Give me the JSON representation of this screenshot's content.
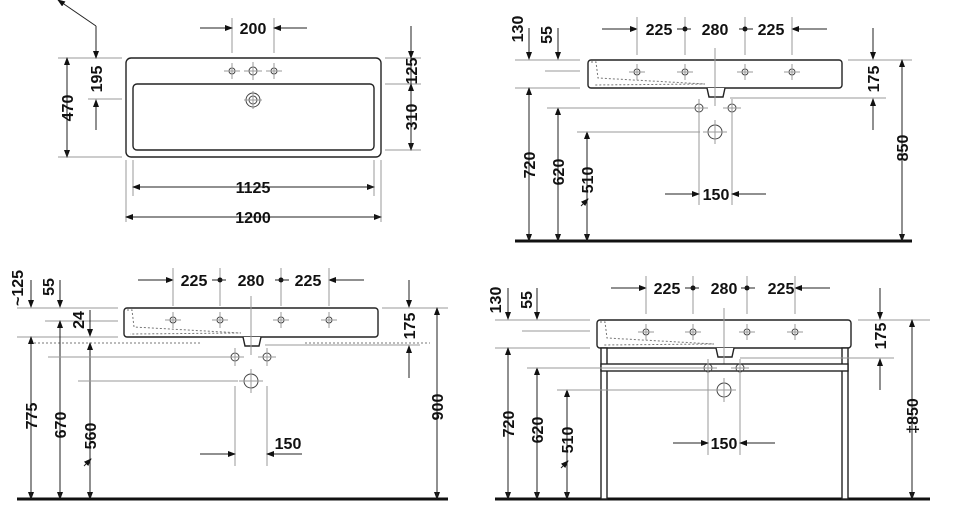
{
  "views": {
    "top_view": {
      "hole_spacing": "200",
      "overall_depth": "470",
      "tap_hole_offset": "195",
      "rim_depth": "125",
      "basin_depth": "310",
      "inner_width": "1125",
      "overall_width": "1200"
    },
    "wall_mounted": {
      "top_offset": "130",
      "rim_offset": "55",
      "spacing_left": "225",
      "spacing_mid": "280",
      "spacing_right": "225",
      "basin_height": "175",
      "height_720": "720",
      "height_620": "620",
      "height_510": "510",
      "height_850": "850",
      "drain_spacing": "150"
    },
    "furniture_mounted": {
      "top_offset": "~125",
      "rim_offset": "55",
      "recess": "24",
      "spacing_left": "225",
      "spacing_mid": "280",
      "spacing_right": "225",
      "basin_height": "175",
      "height_775": "775",
      "height_670": "670",
      "height_560": "560",
      "height_900": "900",
      "drain_spacing": "150"
    },
    "console_mounted": {
      "top_offset": "130",
      "rim_offset": "55",
      "spacing_left": "225",
      "spacing_mid": "280",
      "spacing_right": "225",
      "basin_height": "175",
      "height_720": "720",
      "height_620": "620",
      "height_510": "510",
      "height_850": "‡850",
      "drain_spacing": "150"
    }
  }
}
